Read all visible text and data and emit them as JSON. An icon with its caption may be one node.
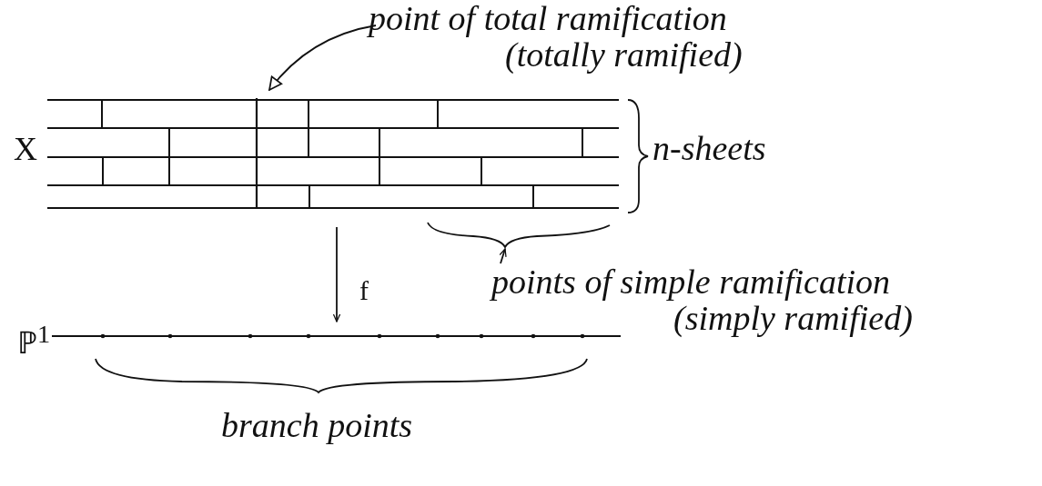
{
  "diagram": {
    "nodes": [
      {
        "text": [
          "X"
        ],
        "beside": [
          "n-sheets"
        ]
      },
      {
        "text": [
          "point of total ramification (totally ramified)"
        ]
      },
      {
        "text": [
          "points of simple ramification (simply ramified)"
        ]
      },
      {
        "text": [
          "ℙ$^{1}$"
        ]
      },
      {
        "text": [],
        "shape": "brace"
      }
    ],
    "edges": [
      {
        "from": 1,
        "to": 0,
        "arrow": "to"
      },
      {
        "from": 2,
        "to": 4,
        "arrow": "to"
      },
      {
        "from": 0,
        "to": 3,
        "arrow": "to",
        "label": "f"
      }
    ],
    "labels": [
      "branch points"
    ]
  }
}
